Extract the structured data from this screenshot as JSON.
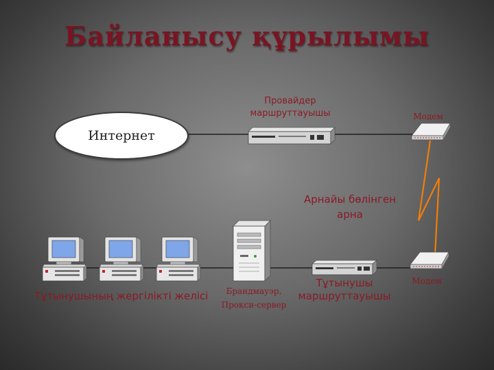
{
  "title": "Байланысу құрылымы",
  "cloud": {
    "label": "Интернет"
  },
  "provider_router": {
    "line1": "Провайдер",
    "line2": "маршруттауышы"
  },
  "modem_top": {
    "label": "Модем"
  },
  "modem_bottom": {
    "label": "Модем"
  },
  "dedicated_channel": {
    "line1": "Арнайы бөлінген",
    "line2": "арна"
  },
  "lan": {
    "label": "Тұтынушының жергілікті желісі"
  },
  "firewall": {
    "line1": "Брандмауэр,",
    "line2": "Прокси-сервер"
  },
  "client_router": {
    "line1": "Тұтынушы",
    "line2": "маршруттауышы"
  },
  "colors": {
    "title": "#7a1422",
    "label_red": "#8a1a24",
    "link": "#f07e0a",
    "line": "#1e1e1e"
  }
}
